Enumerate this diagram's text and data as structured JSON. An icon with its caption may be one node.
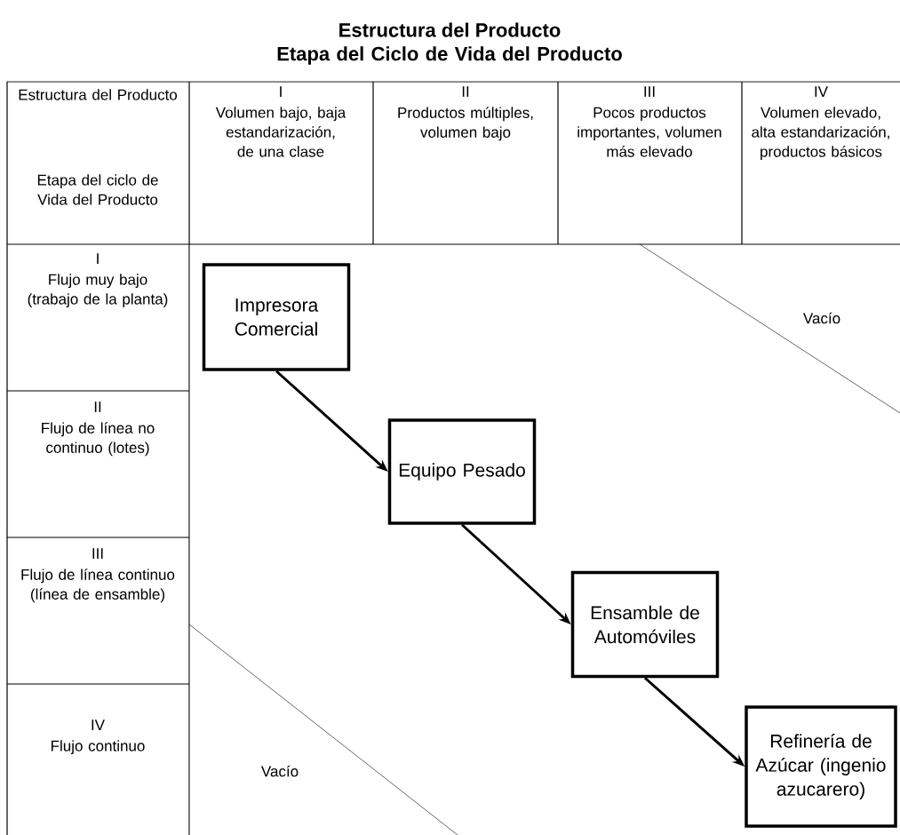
{
  "diagram": {
    "title": "Estructura del Producto",
    "nodes": [
      {
        "text": [
          "Impresora Comercial"
        ]
      },
      {
        "text": [
          "Equipo Pesado"
        ]
      },
      {
        "text": [
          "Ensamble de Automóviles"
        ]
      },
      {
        "text": [
          "Refinería de Azúcar (ingenio azucarero)"
        ]
      }
    ],
    "edges": [
      {
        "from": 0,
        "to": 1,
        "arrow": "to"
      },
      {
        "from": 1,
        "to": 2,
        "arrow": "to"
      },
      {
        "from": 2,
        "to": 3,
        "arrow": "to"
      }
    ],
    "labels": [
      "Etapa del Ciclo de Vida del Producto",
      "Estructura del Producto",
      "Etapa del ciclo de Vida del Producto",
      "I",
      "Volumen bajo, baja estandarización, de una clase",
      "II",
      "Productos múltiples, volumen bajo",
      "III",
      "Pocos productos importantes, volumen más elevado",
      "IV",
      "Volumen elevado, alta estandarización, productos básicos",
      "I",
      "Flujo muy bajo (trabajo de la planta)",
      "Vacío",
      "II",
      "Flujo de línea no continuo (lotes)",
      "III",
      "Flujo de línea continuo (línea de ensamble)",
      "IV",
      "Flujo continuo",
      "Vacío"
    ]
  }
}
